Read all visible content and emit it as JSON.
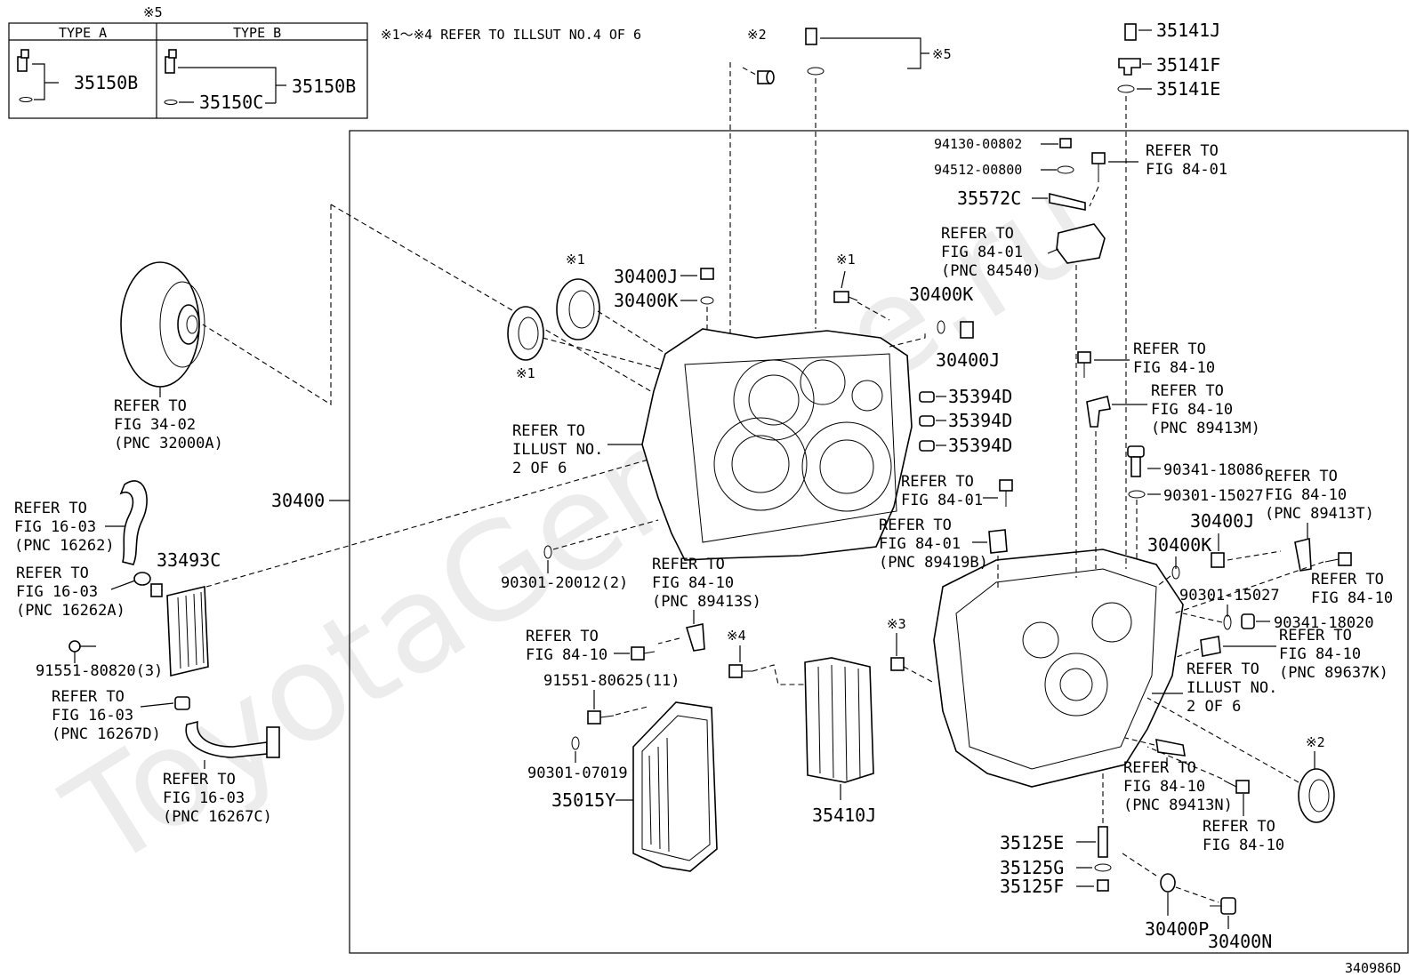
{
  "watermark": "ToyotaGenuine.ru",
  "figure_id": "340986D",
  "note_star": "※5",
  "refer_note": "※1～※4 REFER TO ILLSUT NO.4 OF 6",
  "type_table": {
    "type_a": "TYPE A",
    "type_b": "TYPE B",
    "a_part": "35150B",
    "b_part_1": "35150C",
    "b_part_2": "35150B"
  },
  "parts": {
    "p30400": "30400",
    "p30400J_a": "30400J",
    "p30400K_a": "30400K",
    "p30400K_b": "30400K",
    "p30400J_b": "30400J",
    "p35394D_1": "35394D",
    "p35394D_2": "35394D",
    "p35394D_3": "35394D",
    "p35141J": "35141J",
    "p35141F": "35141F",
    "p35141E": "35141E",
    "p94130": "94130-00802",
    "p94512": "94512-00800",
    "p35572C": "35572C",
    "p33493C": "33493C",
    "p91551_80820": "91551-80820(3)",
    "p90301_20012": "90301-20012(2)",
    "p91551_80625": "91551-80625(11)",
    "p90301_07019": "90301-07019",
    "p35015Y": "35015Y",
    "p35410J": "35410J",
    "p90341_18086": "90341-18086",
    "p90301_15027_a": "90301-15027",
    "p30400J_c": "30400J",
    "p30400K_c": "30400K",
    "p90301_15027_b": "90301-15027",
    "p90341_18020": "90341-18020",
    "p35125E": "35125E",
    "p35125G": "35125G",
    "p35125F": "35125F",
    "p30400P": "30400P",
    "p30400N": "30400N"
  },
  "marks": {
    "m1a": "※1",
    "m1b": "※1",
    "m1c": "※1",
    "m2a": "※2",
    "m2b": "※2",
    "m3": "※3",
    "m4": "※4",
    "m5": "※5"
  },
  "refs": {
    "r_fig3402": [
      "REFER TO",
      "FIG 34-02",
      "(PNC 32000A)"
    ],
    "r_fig1603_a": [
      "REFER TO",
      "FIG 16-03",
      "(PNC 16262)"
    ],
    "r_fig1603_b": [
      "REFER TO",
      "FIG 16-03",
      "(PNC 16262A)"
    ],
    "r_fig1603_c": [
      "REFER TO",
      "FIG 16-03",
      "(PNC 16267D)"
    ],
    "r_fig1603_d": [
      "REFER TO",
      "FIG 16-03",
      "(PNC 16267C)"
    ],
    "r_illust2_a": [
      "REFER TO",
      "ILLUST NO.",
      "2 OF 6"
    ],
    "r_fig8410_s": [
      "REFER TO",
      "FIG 84-10",
      "(PNC 89413S)"
    ],
    "r_fig8410_bolt": [
      "REFER TO",
      "FIG 84-10"
    ],
    "r_fig8401_top": [
      "REFER TO",
      "FIG 84-01"
    ],
    "r_fig8401_84540": [
      "REFER TO",
      "FIG 84-01",
      "(PNC 84540)"
    ],
    "r_fig8410_a": [
      "REFER TO",
      "FIG 84-10"
    ],
    "r_fig8410_m": [
      "REFER TO",
      "FIG 84-10",
      "(PNC 89413M)"
    ],
    "r_fig8401_mid": [
      "REFER TO",
      "FIG 84-01"
    ],
    "r_fig8401_b": [
      "REFER TO",
      "FIG 84-01",
      "(PNC 89419B)"
    ],
    "r_fig8410_t": [
      "REFER TO",
      "FIG 84-10",
      "(PNC 89413T)"
    ],
    "r_fig8410_r": [
      "REFER TO",
      "FIG 84-10"
    ],
    "r_fig8410_k": [
      "REFER TO",
      "FIG 84-10",
      "(PNC 89637K)"
    ],
    "r_illust2_b": [
      "REFER TO",
      "ILLUST NO.",
      "2 OF 6"
    ],
    "r_fig8410_n": [
      "REFER TO",
      "FIG 84-10",
      "(PNC 89413N)"
    ],
    "r_fig8410_bot": [
      "REFER TO",
      "FIG 84-10"
    ]
  }
}
